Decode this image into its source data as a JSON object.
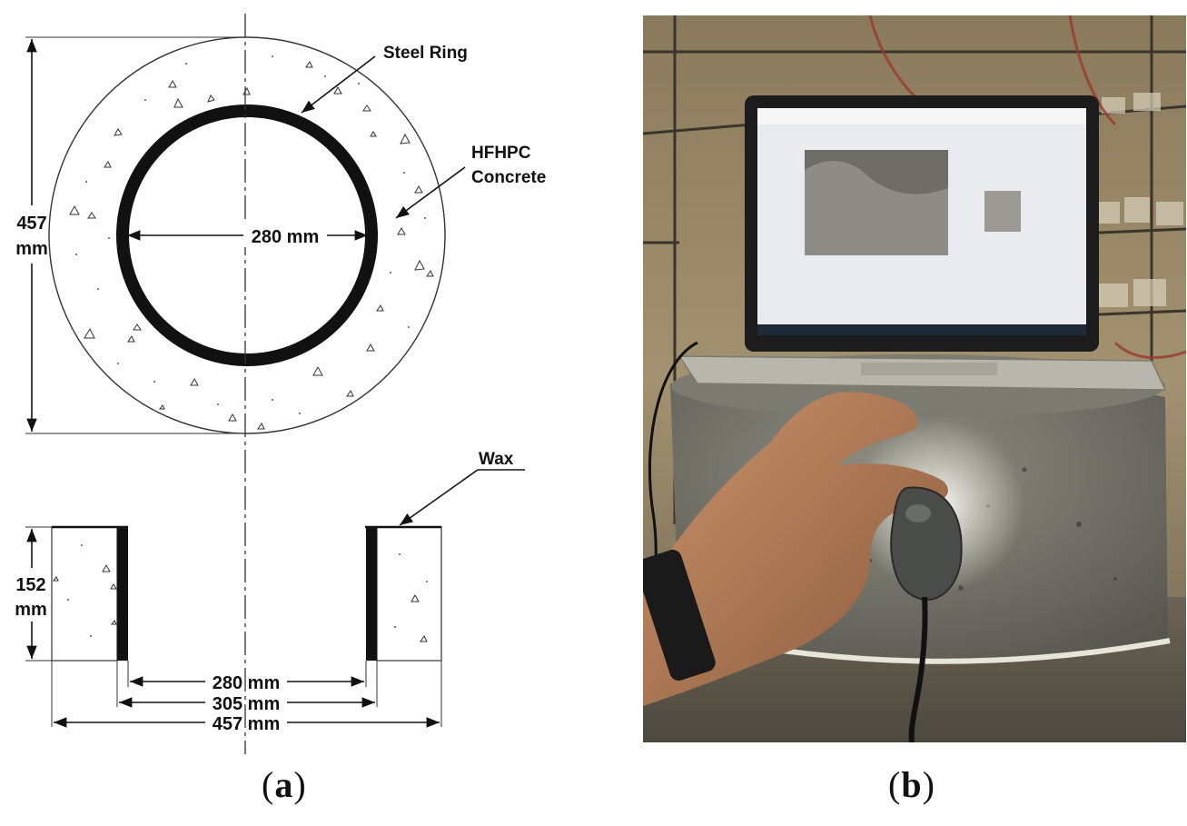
{
  "panel_a": {
    "caption_letter": "a",
    "callouts": {
      "steel_ring": "Steel Ring",
      "hfhpc_line1": "HFHPC",
      "hfhpc_line2": "Concrete",
      "wax": "Wax"
    },
    "dimensions": {
      "outer_height_value": "457",
      "outer_height_unit": "mm",
      "inner_diameter_plan": "280 mm",
      "ring_height_value": "152",
      "ring_height_unit": "mm",
      "inner_diameter": "280 mm",
      "steel_ring_outer_diameter": "305 mm",
      "outer_diameter": "457 mm"
    },
    "colors": {
      "steel": "#111111",
      "lines": "#222222"
    }
  },
  "panel_b": {
    "caption_letter": "b",
    "photo_subject": "laptop on concrete ring specimen with handheld digital microscope"
  }
}
